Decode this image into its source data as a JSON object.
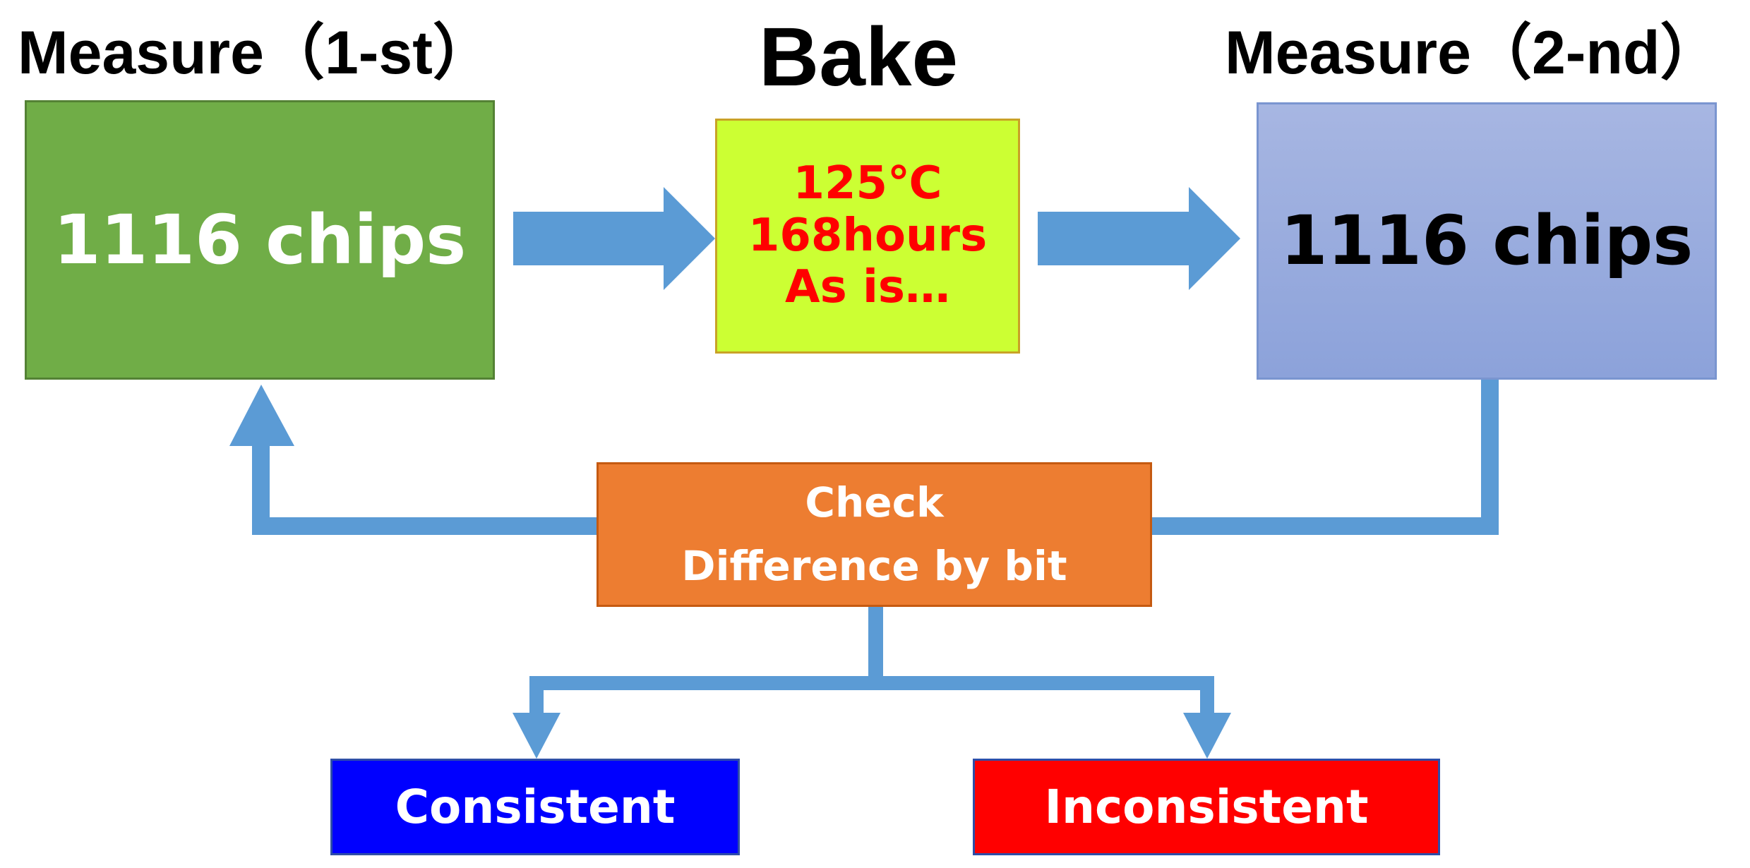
{
  "headings": {
    "measure_first": "Measure（1-st）",
    "bake": "Bake",
    "measure_second": "Measure（2-nd）"
  },
  "boxes": {
    "first_measure": {
      "text": "1116 chips",
      "fill": "#70AD47",
      "text_color": "#ffffff"
    },
    "bake_conditions": {
      "lines": [
        "125℃",
        "168hours",
        "As is…"
      ],
      "fill": "#CCFF33",
      "text_color": "#FF0000"
    },
    "second_measure": {
      "text": "1116 chips",
      "fill": "#8FA4D8",
      "text_color": "#000000"
    },
    "check": {
      "lines": [
        "Check",
        "Difference by bit"
      ],
      "fill": "#ED7D31",
      "text_color": "#ffffff"
    },
    "consistent": {
      "text": "Consistent",
      "fill": "#0000FF",
      "text_color": "#ffffff"
    },
    "inconsistent": {
      "text": "Inconsistent",
      "fill": "#FF0000",
      "text_color": "#ffffff"
    }
  },
  "arrow_color": "#5B9BD5"
}
